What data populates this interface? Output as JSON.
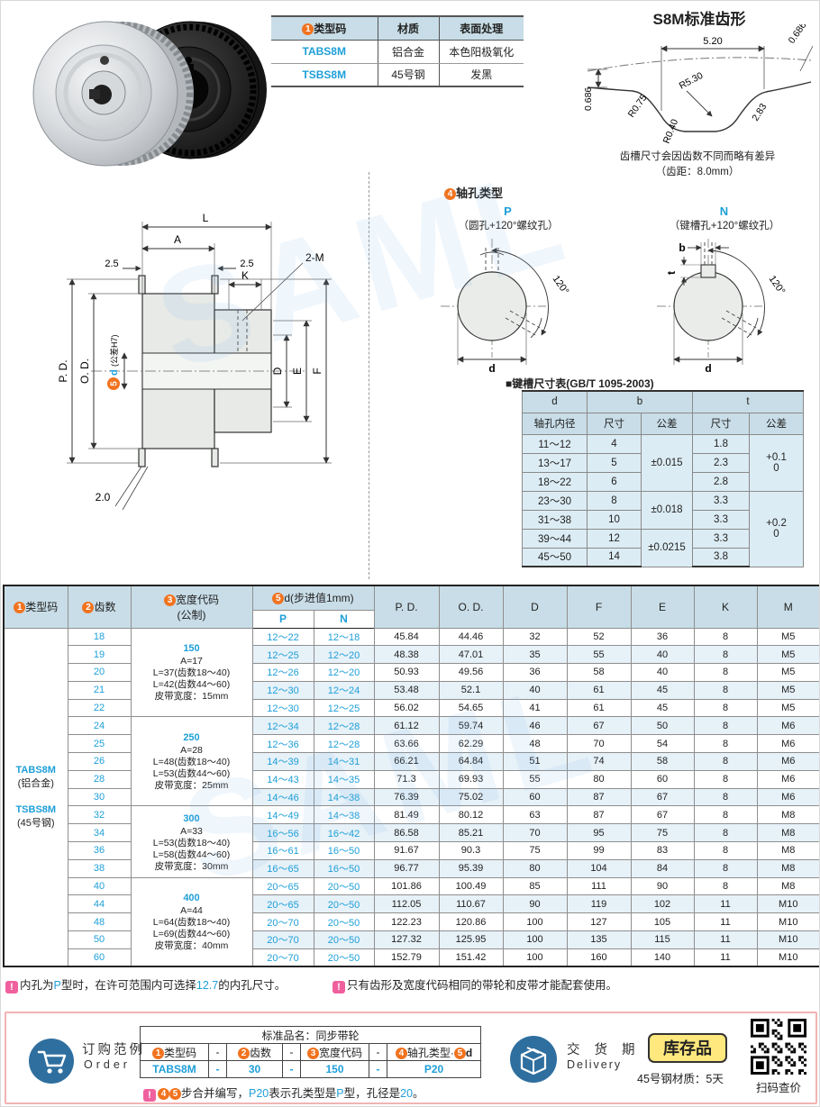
{
  "watermark": "SAML",
  "type_table": {
    "badge": "1",
    "headers": [
      "类型码",
      "材质",
      "表面处理"
    ],
    "rows": [
      {
        "code": "TABS8M",
        "material": "铝合金",
        "finish": "本色阳极氧化"
      },
      {
        "code": "TSBS8M",
        "material": "45号钢",
        "finish": "发黑"
      }
    ]
  },
  "tooth_profile": {
    "title": "S8M标准齿形",
    "dim_pitch": "5.20",
    "dim_h_left": "0.686",
    "dim_h_right": "0.686",
    "dim_r1": "R0.75",
    "dim_r2": "R5.30",
    "dim_r3": "R0.40",
    "dim_depth": "2.83",
    "note1": "齿槽尺寸会因齿数不同而略有差异",
    "note2": "（齿距：8.0mm）"
  },
  "drawing": {
    "L": "L",
    "A": "A",
    "left25": "2.5",
    "right25": "2.5",
    "K": "K",
    "twoM": "2-M",
    "PD": "P. D.",
    "OD": "O. D.",
    "D": "D",
    "E": "E",
    "F": "F",
    "bottom20": "2.0",
    "d_badge": "5",
    "d_label": "d",
    "d_tol": "(公差H7)"
  },
  "shaft_holes": {
    "badge": "4",
    "title": "轴孔类型",
    "p": {
      "code": "P",
      "desc": "（圆孔+120°螺纹孔）",
      "angle": "120°",
      "dim_d": "d"
    },
    "n": {
      "code": "N",
      "desc": "（键槽孔+120°螺纹孔）",
      "angle": "120°",
      "dim_d": "d",
      "dim_b": "b",
      "dim_t": "t"
    }
  },
  "keyway_table": {
    "title": "■键槽尺寸表(GB/T 1095-2003)",
    "col_d": "d",
    "col_d_sub": "轴孔内径",
    "col_b": "b",
    "col_t": "t",
    "col_size": "尺寸",
    "col_tol": "公差",
    "rows": [
      {
        "d": "11～12",
        "b": "4",
        "t": "1.8"
      },
      {
        "d": "13～17",
        "b": "5",
        "t": "2.3"
      },
      {
        "d": "18～22",
        "b": "6",
        "t": "2.8"
      },
      {
        "d": "23～30",
        "b": "8",
        "t": "3.3"
      },
      {
        "d": "31～38",
        "b": "10",
        "t": "3.3"
      },
      {
        "d": "39～44",
        "b": "12",
        "t": "3.3"
      },
      {
        "d": "45～50",
        "b": "14",
        "t": "3.8"
      }
    ],
    "b_tols": [
      {
        "start": 0,
        "span": 3,
        "text": "±0.015"
      },
      {
        "start": 3,
        "span": 2,
        "text": "±0.018"
      },
      {
        "start": 5,
        "span": 2,
        "text": "±0.0215"
      }
    ],
    "t_tols": [
      {
        "start": 0,
        "span": 3,
        "lines": [
          "+0.1",
          "0"
        ]
      },
      {
        "start": 3,
        "span": 4,
        "lines": [
          "+0.2",
          "0"
        ]
      }
    ]
  },
  "main_table": {
    "h_type_badge": "1",
    "h_type": "类型码",
    "h_teeth_badge": "2",
    "h_teeth": "齿数",
    "h_width_badge": "3",
    "h_width": "宽度代码",
    "h_width2": "(公制)",
    "h_d_badge": "5",
    "h_d": "d(步进值1mm)",
    "h_p": "P",
    "h_n": "N",
    "h_pd": "P. D.",
    "h_od": "O. D.",
    "h_D": "D",
    "h_F": "F",
    "h_E": "E",
    "h_K": "K",
    "h_M": "M",
    "type_cell_lines": [
      {
        "text": "TABS8M",
        "cyan": true
      },
      {
        "text": "(铝合金)"
      },
      {
        "text": "",
        "gap": true
      },
      {
        "text": "TSBS8M",
        "cyan": true
      },
      {
        "text": "(45号钢)"
      }
    ],
    "width_groups": [
      {
        "start": 0,
        "span": 5,
        "code": "150",
        "lines": [
          "A=17",
          "L=37(齿数18～40)",
          "L=42(齿数44～60)",
          "皮带宽度：15mm"
        ]
      },
      {
        "start": 5,
        "span": 5,
        "code": "250",
        "lines": [
          "A=28",
          "L=48(齿数18～40)",
          "L=53(齿数44～60)",
          "皮带宽度：25mm"
        ]
      },
      {
        "start": 10,
        "span": 4,
        "code": "300",
        "lines": [
          "A=33",
          "L=53(齿数18～40)",
          "L=58(齿数44～60)",
          "皮带宽度：30mm"
        ]
      },
      {
        "start": 14,
        "span": 5,
        "code": "400",
        "lines": [
          "A=44",
          "L=64(齿数18～40)",
          "L=69(齿数44～60)",
          "皮带宽度：40mm"
        ]
      }
    ],
    "rows": [
      [
        "18",
        "12～22",
        "12～18",
        "45.84",
        "44.46",
        "32",
        "52",
        "36",
        "8",
        "M5"
      ],
      [
        "19",
        "12～25",
        "12～20",
        "48.38",
        "47.01",
        "35",
        "55",
        "40",
        "8",
        "M5"
      ],
      [
        "20",
        "12～26",
        "12～20",
        "50.93",
        "49.56",
        "36",
        "58",
        "40",
        "8",
        "M5"
      ],
      [
        "21",
        "12～30",
        "12～24",
        "53.48",
        "52.1",
        "40",
        "61",
        "45",
        "8",
        "M5"
      ],
      [
        "22",
        "12～30",
        "12～25",
        "56.02",
        "54.65",
        "41",
        "61",
        "45",
        "8",
        "M5"
      ],
      [
        "24",
        "12～34",
        "12～28",
        "61.12",
        "59.74",
        "46",
        "67",
        "50",
        "8",
        "M6"
      ],
      [
        "25",
        "12～36",
        "12～28",
        "63.66",
        "62.29",
        "48",
        "70",
        "54",
        "8",
        "M6"
      ],
      [
        "26",
        "14～39",
        "14～31",
        "66.21",
        "64.84",
        "51",
        "74",
        "58",
        "8",
        "M6"
      ],
      [
        "28",
        "14～43",
        "14～35",
        "71.3",
        "69.93",
        "55",
        "80",
        "60",
        "8",
        "M6"
      ],
      [
        "30",
        "14～46",
        "14～38",
        "76.39",
        "75.02",
        "60",
        "87",
        "67",
        "8",
        "M6"
      ],
      [
        "32",
        "14～49",
        "14～38",
        "81.49",
        "80.12",
        "63",
        "87",
        "67",
        "8",
        "M8"
      ],
      [
        "34",
        "16～56",
        "16～42",
        "86.58",
        "85.21",
        "70",
        "95",
        "75",
        "8",
        "M8"
      ],
      [
        "36",
        "16～61",
        "16～50",
        "91.67",
        "90.3",
        "75",
        "99",
        "83",
        "8",
        "M8"
      ],
      [
        "38",
        "16～65",
        "16～50",
        "96.77",
        "95.39",
        "80",
        "104",
        "84",
        "8",
        "M8"
      ],
      [
        "40",
        "20～65",
        "20～50",
        "101.86",
        "100.49",
        "85",
        "111",
        "90",
        "8",
        "M8"
      ],
      [
        "44",
        "20～65",
        "20～50",
        "112.05",
        "110.67",
        "90",
        "119",
        "102",
        "11",
        "M10"
      ],
      [
        "48",
        "20～70",
        "20～50",
        "122.23",
        "120.86",
        "100",
        "127",
        "105",
        "11",
        "M10"
      ],
      [
        "50",
        "20～70",
        "20～50",
        "127.32",
        "125.95",
        "100",
        "135",
        "115",
        "11",
        "M10"
      ],
      [
        "60",
        "20～70",
        "20～50",
        "152.79",
        "151.42",
        "100",
        "160",
        "140",
        "11",
        "M10"
      ]
    ]
  },
  "notes": {
    "note1": [
      {
        "warn": true
      },
      {
        "t": "内孔为"
      },
      {
        "t": "P",
        "c": true
      },
      {
        "t": "型时，在许可范围内可选择"
      },
      {
        "t": "12.7",
        "c": true
      },
      {
        "t": "的内孔尺寸。"
      }
    ],
    "note2": [
      {
        "warn": true
      },
      {
        "t": "只有齿形及宽度代码相同的带轮和皮带才能配套使用。"
      }
    ]
  },
  "order": {
    "label_cn": "订购范例",
    "label_en": "Order",
    "table_title": "标准品名：同步带轮",
    "col1_badge": "1",
    "col1": "类型码",
    "col2_badge": "2",
    "col2": "齿数",
    "col3_badge": "3",
    "col3": "宽度代码",
    "col4_badge": "4",
    "col4": "轴孔类型",
    "col4_sep": "·",
    "col4_badge2": "5",
    "col4_d": "d",
    "dash": "-",
    "values": [
      "TABS8M",
      "30",
      "150",
      "P20"
    ],
    "note": [
      {
        "warn": true
      },
      {
        "num": "4"
      },
      {
        "num": "5"
      },
      {
        "t": "步合并编写，"
      },
      {
        "t": "P20",
        "c": true
      },
      {
        "t": "表示孔类型是"
      },
      {
        "t": "P",
        "c": true
      },
      {
        "t": "型，孔径是"
      },
      {
        "t": "20",
        "c": true
      },
      {
        "t": "。"
      }
    ]
  },
  "delivery": {
    "title_cn": "交 货 期",
    "title_en": "Delivery",
    "stock_badge": "库存品",
    "note": "45号钢材质：5天",
    "qr_caption": "扫码查价"
  },
  "colors": {
    "accent_cyan": "#1e9fd8",
    "badge_orange": "#f1731f",
    "warn_pink": "#f0609e",
    "header_blue": "#c8dde7",
    "row_tint": "#e6f1f8",
    "stock_yellow": "#ffe87d",
    "delivery_blue": "#2f6f9f",
    "box_border_pink": "#f2b3b3"
  }
}
